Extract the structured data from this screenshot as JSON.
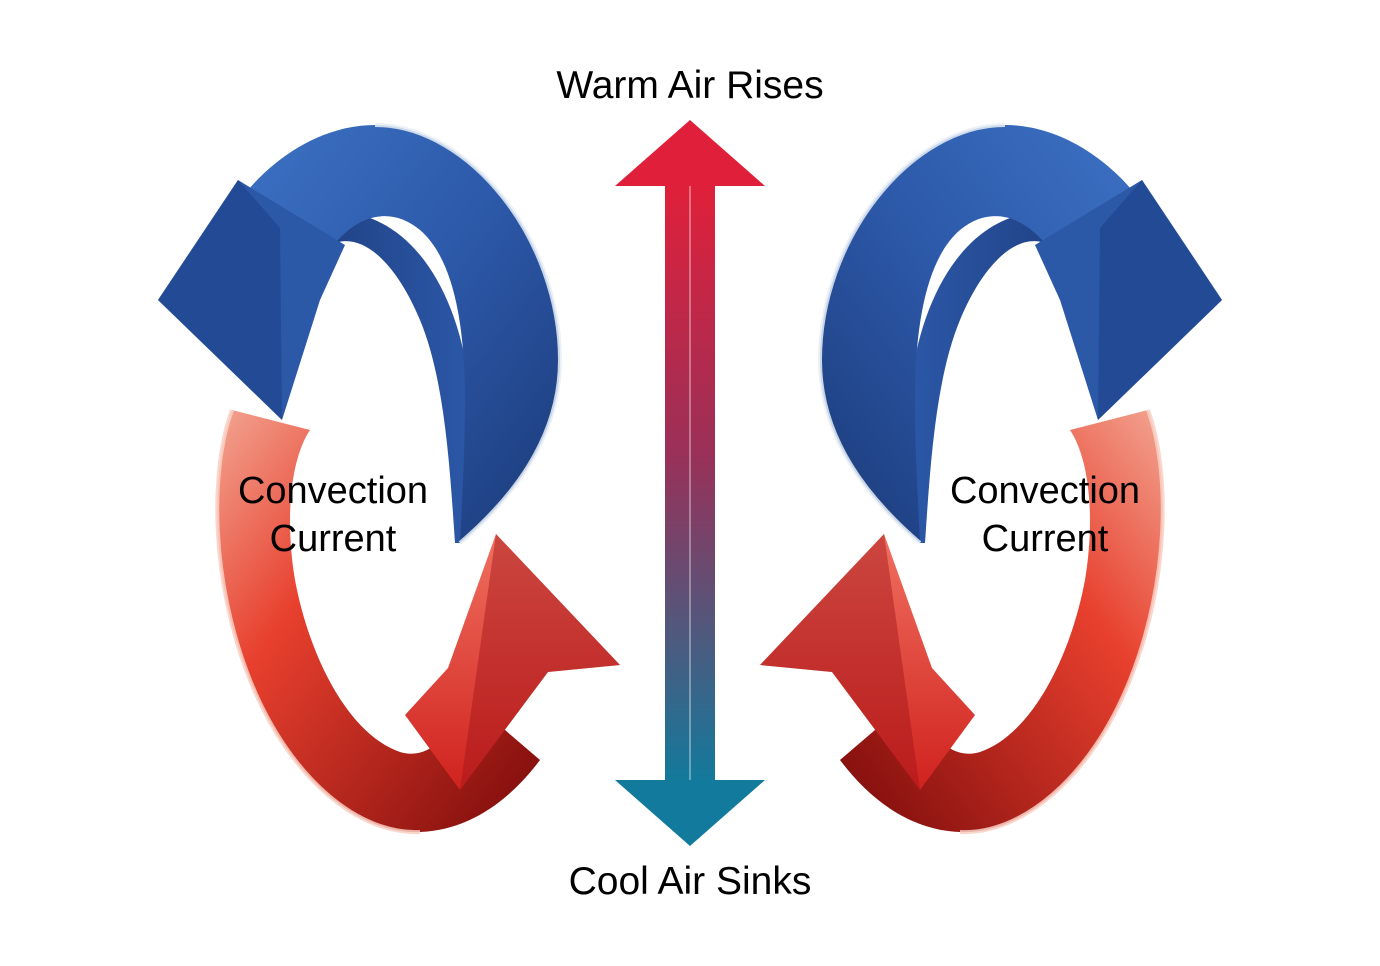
{
  "labels": {
    "top": "Warm Air Rises",
    "bottom": "Cool Air Sinks"
  },
  "cycles": [
    {
      "line1": "Convection",
      "line2": "Current"
    },
    {
      "line1": "Convection",
      "line2": "Current"
    }
  ],
  "colors": {
    "warm_red": "#e0203a",
    "cool_teal": "#127a9c",
    "blue_light": "#3d72c4",
    "blue_dark": "#1b3a78",
    "red_light": "#f06048",
    "red_dark": "#7a0a0a"
  }
}
